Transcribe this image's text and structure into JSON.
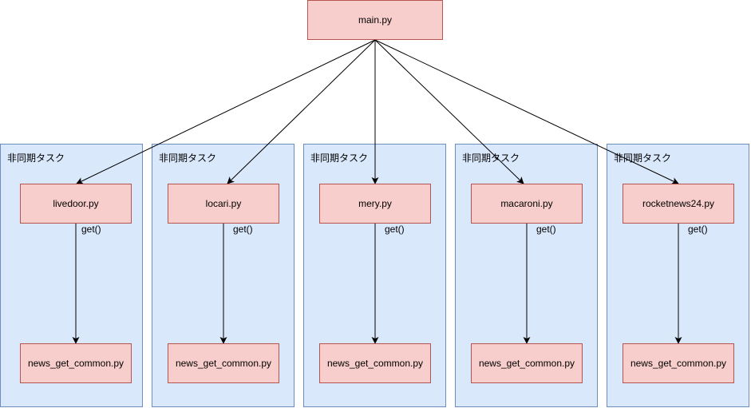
{
  "root": {
    "label": "main.py"
  },
  "groups": [
    {
      "title": "非同期タスク",
      "task": "livedoor.py",
      "call_label": "get()",
      "common": "news_get_common.py"
    },
    {
      "title": "非同期タスク",
      "task": "locari.py",
      "call_label": "get()",
      "common": "news_get_common.py"
    },
    {
      "title": "非同期タスク",
      "task": "mery.py",
      "call_label": "get()",
      "common": "news_get_common.py"
    },
    {
      "title": "非同期タスク",
      "task": "macaroni.py",
      "call_label": "get()",
      "common": "news_get_common.py"
    },
    {
      "title": "非同期タスク",
      "task": "rocketnews24.py",
      "call_label": "get()",
      "common": "news_get_common.py"
    }
  ],
  "colors": {
    "node_fill": "#f8cecc",
    "node_stroke": "#b85450",
    "group_fill": "#dae8fc",
    "group_stroke": "#6c8ebf",
    "edge": "#000000"
  }
}
